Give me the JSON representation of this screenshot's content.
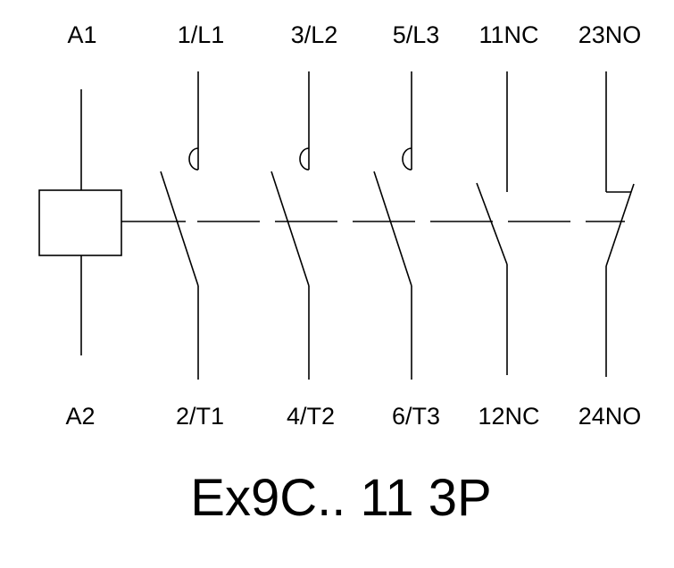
{
  "diagram": {
    "coil": {
      "top_label": "A1",
      "bottom_label": "A2"
    },
    "contacts": [
      {
        "top_label": "1/L1",
        "bottom_label": "2/T1"
      },
      {
        "top_label": "3/L2",
        "bottom_label": "4/T2"
      },
      {
        "top_label": "5/L3",
        "bottom_label": "6/T3"
      },
      {
        "top_label": "11NC",
        "bottom_label": "12NC"
      },
      {
        "top_label": "23NO",
        "bottom_label": "24NO"
      }
    ],
    "caption": "Ex9C.. 11 3P"
  }
}
